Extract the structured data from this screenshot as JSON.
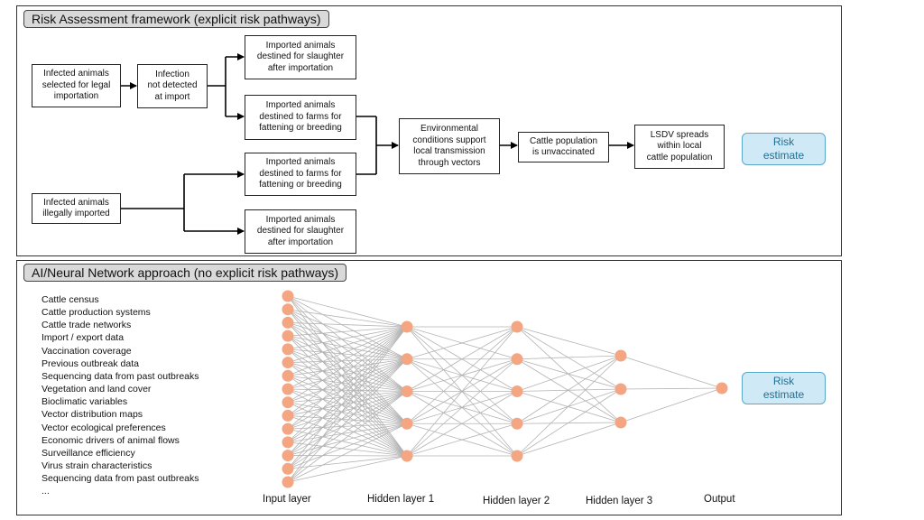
{
  "risk_panel": {
    "title": "Risk Assessment framework (explicit risk pathways)",
    "boxes": {
      "infected_legal": "Infected animals\nselected for legal\nimportation",
      "infection_not_detected": "Infection\nnot detected\nat import",
      "slaughter_legal": "Imported animals\ndestined for slaughter\nafter importation",
      "farms_legal": "Imported animals\ndestined to farms for\nfattening or breeding",
      "farms_illegal": "Imported animals\ndestined to farms for\nfattening or breeding",
      "slaughter_illegal": "Imported animals\ndestined for slaughter\nafter importation",
      "infected_illegal": "Infected animals\nillegally imported",
      "environmental": "Environmental\nconditions support\nlocal transmission\nthrough vectors",
      "unvaccinated": "Cattle population\nis unvaccinated",
      "lsdv_spreads": "LSDV spreads\nwithin local\ncattle population"
    },
    "risk_estimate": "Risk\nestimate"
  },
  "nn_panel": {
    "title": "AI/Neural Network approach (no explicit risk pathways)",
    "input_variables": [
      "Cattle census",
      "Cattle production systems",
      "Cattle trade networks",
      "Import / export data",
      "Vaccination coverage",
      "Previous outbreak data",
      "Sequencing data from past outbreaks",
      "Vegetation and land cover",
      "Bioclimatic variables",
      "Vector distribution maps",
      "Vector ecological preferences",
      "Economic drivers of animal flows",
      "Surveillance efficiency",
      "Virus strain characteristics",
      "Sequencing data from past outbreaks",
      "..."
    ],
    "layers": [
      {
        "label": "Input layer",
        "nodes": 15
      },
      {
        "label": "Hidden layer 1",
        "nodes": 5
      },
      {
        "label": "Hidden layer 2",
        "nodes": 5
      },
      {
        "label": "Hidden layer 3",
        "nodes": 3
      },
      {
        "label": "Output",
        "nodes": 1
      }
    ],
    "risk_estimate": "Risk\nestimate"
  },
  "colors": {
    "node": "#f4a582",
    "edge": "#b3b3b3",
    "risk_fill": "#cfeaf6",
    "risk_border": "#5aa7c8",
    "title_fill": "#d9d9d9"
  }
}
